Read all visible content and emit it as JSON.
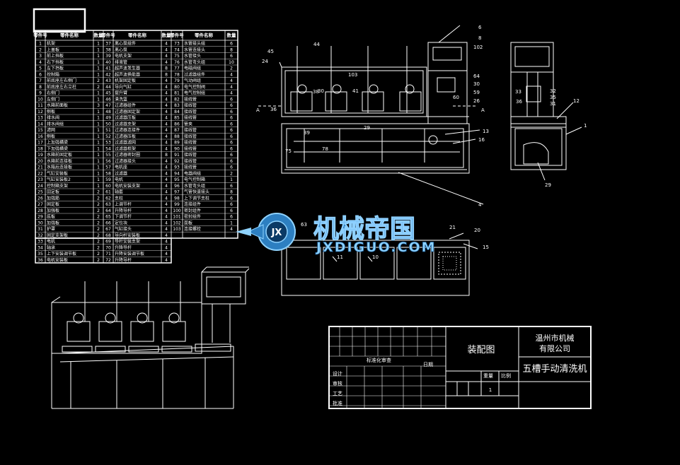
{
  "bom": {
    "headers": [
      "零件号",
      "零件名称",
      "数量",
      "零件号",
      "零件名称",
      "数量",
      "零件号",
      "零件名称",
      "数量"
    ],
    "rows": [
      [
        "1",
        "机架",
        "1",
        "37",
        "离心泵组件",
        "4",
        "73",
        "水管接头组",
        "6"
      ],
      [
        "2",
        "上盖板",
        "1",
        "38",
        "离心泵",
        "4",
        "74",
        "水管连接头",
        "8"
      ],
      [
        "3",
        "前上挡板",
        "1",
        "39",
        "电机支架",
        "4",
        "75",
        "水管接头",
        "6"
      ],
      [
        "4",
        "右下挡板",
        "1",
        "40",
        "排液管",
        "4",
        "76",
        "水管弯头组",
        "10"
      ],
      [
        "5",
        "左下挡板",
        "1",
        "41",
        "超声波发生器",
        "8",
        "77",
        "电磁阀组",
        "2"
      ],
      [
        "6",
        "控制箱",
        "1",
        "42",
        "超声波换能器",
        "8",
        "78",
        "过滤器组件",
        "4"
      ],
      [
        "7",
        "前底座左右侧门",
        "2",
        "43",
        "机架固定板",
        "4",
        "79",
        "气动阀组",
        "4"
      ],
      [
        "8",
        "前底座左右立柱",
        "2",
        "44",
        "导向气缸",
        "4",
        "80",
        "电气控制阀",
        "4"
      ],
      [
        "9",
        "右侧门",
        "1",
        "45",
        "提升臂",
        "4",
        "81",
        "电气控制组",
        "4"
      ],
      [
        "10",
        "左侧门",
        "1",
        "46",
        "清洗篮",
        "4",
        "82",
        "接线管",
        "6"
      ],
      [
        "11",
        "水箱前面板",
        "3",
        "47",
        "过滤器组件",
        "4",
        "83",
        "接线管",
        "6"
      ],
      [
        "12",
        "侧板",
        "1",
        "48",
        "过滤器固定架",
        "4",
        "84",
        "接线管",
        "6"
      ],
      [
        "13",
        "排水阀",
        "1",
        "49",
        "过滤器压板",
        "4",
        "85",
        "接线管",
        "6"
      ],
      [
        "14",
        "排水阀组",
        "1",
        "50",
        "过滤器支架",
        "4",
        "86",
        "管夹",
        "6"
      ],
      [
        "15",
        "滤网",
        "1",
        "51",
        "过滤器连接件",
        "4",
        "87",
        "接线管",
        "6"
      ],
      [
        "16",
        "侧板",
        "1",
        "52",
        "过滤器压板",
        "4",
        "88",
        "接线管",
        "6"
      ],
      [
        "17",
        "上加强横梁",
        "1",
        "53",
        "过滤器滤网",
        "4",
        "89",
        "接线管",
        "6"
      ],
      [
        "18",
        "下加强横梁",
        "1",
        "54",
        "过滤器框架",
        "4",
        "90",
        "接线管",
        "6"
      ],
      [
        "19",
        "水箱前固定板",
        "1",
        "55",
        "过滤器密封圈",
        "8",
        "91",
        "接线管",
        "6"
      ],
      [
        "20",
        "水箱前连接板",
        "1",
        "56",
        "过滤器接头",
        "4",
        "92",
        "接线管",
        "6"
      ],
      [
        "21",
        "水箱后连接板",
        "1",
        "57",
        "电机座",
        "4",
        "93",
        "接线管",
        "6"
      ],
      [
        "22",
        "气缸安装板",
        "1",
        "58",
        "过滤器",
        "4",
        "94",
        "电器阀组",
        "2"
      ],
      [
        "23",
        "气缸安装板2",
        "1",
        "59",
        "电机",
        "4",
        "95",
        "电气控制箱",
        "1"
      ],
      [
        "24",
        "控制箱支架",
        "1",
        "60",
        "电机安装支架",
        "4",
        "96",
        "水管弯头组",
        "6"
      ],
      [
        "25",
        "固定板",
        "2",
        "61",
        "轴套",
        "4",
        "97",
        "气管快速接头",
        "8"
      ],
      [
        "26",
        "加强筋",
        "2",
        "62",
        "支柱",
        "4",
        "98",
        "上下调节支柱",
        "6"
      ],
      [
        "27",
        "固定板",
        "2",
        "63",
        "上调节杆",
        "4",
        "99",
        "连接组件",
        "6"
      ],
      [
        "28",
        "加强板",
        "2",
        "64",
        "升降导杆",
        "4",
        "100",
        "密封组件",
        "6"
      ],
      [
        "29",
        "底板",
        "2",
        "65",
        "下调节杆",
        "4",
        "101",
        "密封组件",
        "6"
      ],
      [
        "30",
        "加强板",
        "2",
        "66",
        "定位块",
        "4",
        "102",
        "面板",
        "1"
      ],
      [
        "31",
        "护罩",
        "2",
        "67",
        "气缸接头",
        "4",
        "103",
        "连接螺栓",
        "4"
      ],
      [
        "32",
        "固定支架板",
        "2",
        "68",
        "导向杆安装板",
        "4",
        "",
        "",
        ""
      ],
      [
        "33",
        "电机",
        "2",
        "69",
        "导杆安装支架",
        "4",
        "",
        "",
        ""
      ],
      [
        "34",
        "轴承",
        "2",
        "70",
        "升降导杆",
        "4",
        "",
        "",
        ""
      ],
      [
        "35",
        "上下安装调节板",
        "2",
        "71",
        "升降安装调节板",
        "4",
        "",
        "",
        ""
      ],
      [
        "36",
        "电机安装板",
        "2",
        "72",
        "升降导杆",
        "4",
        "",
        "",
        ""
      ]
    ]
  },
  "front_view": {
    "part_labels": [
      "6",
      "8",
      "102",
      "45",
      "44",
      "24",
      "64",
      "30",
      "59",
      "60",
      "26",
      "103",
      "30",
      "41",
      "36",
      "38",
      "A",
      "A",
      "13",
      "16",
      "75",
      "78",
      "4",
      "39",
      "29"
    ]
  },
  "side_view": {
    "part_labels": [
      "33",
      "32",
      "36",
      "35",
      "31",
      "12",
      "1",
      "29"
    ]
  },
  "plan_view": {
    "part_labels": [
      "21",
      "20",
      "15",
      "11",
      "10",
      "63"
    ]
  },
  "watermark": {
    "logo_letters": "JX",
    "chinese": "机械帝国",
    "url": "JXDIGUO.COM"
  },
  "title_block": {
    "drawing_type": "装配图",
    "company_line1": "温州市机械",
    "company_line2": "有限公司",
    "product_name": "五槽手动清洗机",
    "date_label": "日期",
    "scale_value": "1",
    "small_label_a": "标准化审查",
    "small_label_b": "设计",
    "small_label_c": "审核",
    "small_label_d": "工艺",
    "small_label_e": "批准",
    "weight_label": "重量",
    "scale_label": "比例"
  },
  "colors": {
    "background": "#000000",
    "line": "#ffffff",
    "watermark_blue": "#2d7fc1",
    "watermark_light": "#8fd3ff"
  }
}
